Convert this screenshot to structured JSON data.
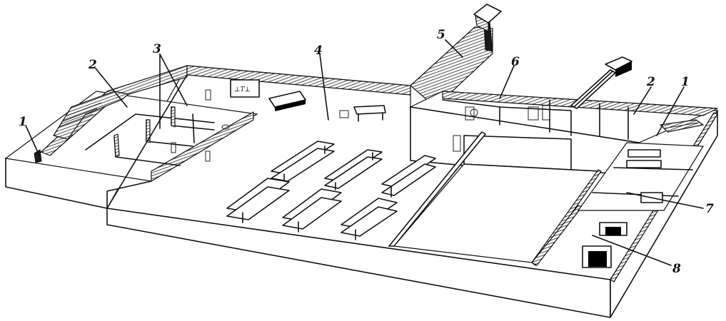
{
  "callouts": [
    {
      "id": "c1a",
      "text": "1"
    },
    {
      "id": "c2a",
      "text": "2"
    },
    {
      "id": "c3",
      "text": "3"
    },
    {
      "id": "c4",
      "text": "4"
    },
    {
      "id": "c5",
      "text": "5"
    },
    {
      "id": "c6",
      "text": "6"
    },
    {
      "id": "c2b",
      "text": "2"
    },
    {
      "id": "c1b",
      "text": "1"
    },
    {
      "id": "c7",
      "text": "7"
    },
    {
      "id": "c8",
      "text": "8"
    }
  ]
}
